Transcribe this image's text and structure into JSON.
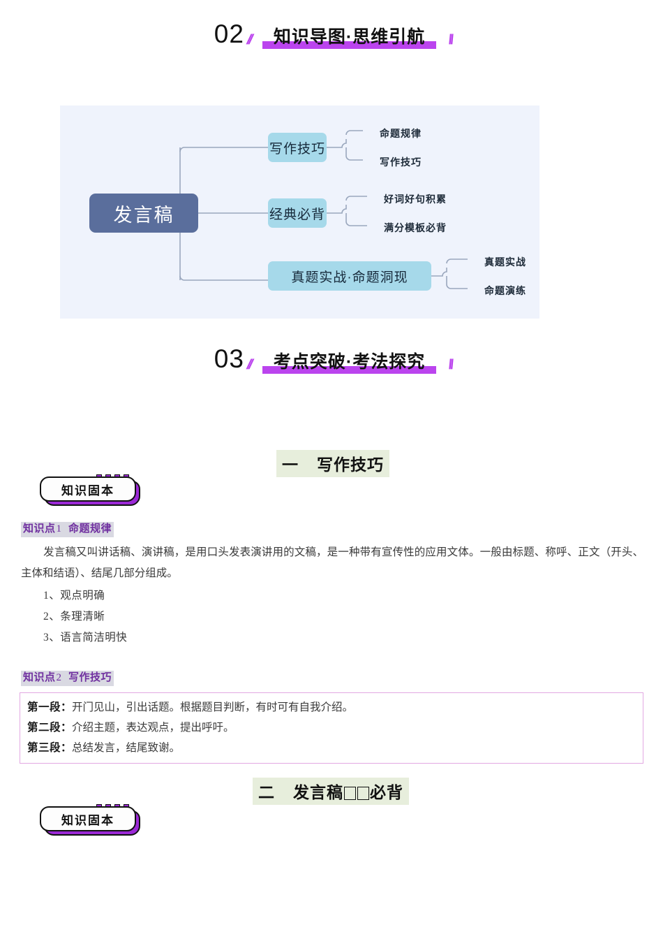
{
  "sections": [
    {
      "number": "02",
      "title": "知识导图·思维引航",
      "left_slashes": "//",
      "right_slashes": "\\\\"
    },
    {
      "number": "03",
      "title": "考点突破·考法探究",
      "left_slashes": "//",
      "right_slashes": "\\\\"
    }
  ],
  "mindmap": {
    "root": "发言稿",
    "branches": [
      {
        "label": "写作技巧",
        "leaves": [
          "命题规律",
          "写作技巧"
        ]
      },
      {
        "label": "经典必背",
        "leaves": [
          "好词好句积累",
          "满分模板必背"
        ]
      },
      {
        "label": "真题实战·命题洞现",
        "leaves": [
          "真题实战",
          "命题演练"
        ]
      }
    ],
    "colors": {
      "panel_bg": "#eff3fc",
      "root_bg": "#5a6e9c",
      "branch_bg": "#a6d9ea",
      "connector": "#9aa7bd"
    }
  },
  "headings": {
    "section_one": {
      "ordinal": "一",
      "title": "写作技巧",
      "highlight_color": "#e7eedc"
    },
    "section_two": {
      "ordinal": "二",
      "title_before": "发言稿",
      "title_after": "必背",
      "tofu_count": 2,
      "highlight_color": "#e7eedc"
    }
  },
  "badges": [
    {
      "label": "知识固本"
    },
    {
      "label": "知识固本"
    }
  ],
  "knowledge_points": [
    {
      "prefix": "知识点",
      "number": "1",
      "title": "命题规律"
    },
    {
      "prefix": "知识点",
      "number": "2",
      "title": "写作技巧"
    }
  ],
  "content": {
    "intro_paragraph": "发言稿又叫讲话稿、演讲稿，是用口头发表演讲用的文稿，是一种带有宣传性的应用文体。一般由标题、称呼、正文（开头、主体和结语）、结尾几部分组成。",
    "list_items": [
      "1、观点明确",
      "2、条理清晰",
      "3、语言简洁明快"
    ],
    "steps": [
      {
        "key": "第一段：",
        "text": "开门见山，引出话题。根据题目判断，有时可有自我介绍。"
      },
      {
        "key": "第二段：",
        "text": "介绍主题，表达观点，提出呼吁。"
      },
      {
        "key": "第三段：",
        "text": "总结发言，结尾致谢。"
      }
    ]
  },
  "theme": {
    "accent_purple": "#bb44ee",
    "badge_purple": "#9b29d6",
    "kp_purple": "#7030a0",
    "kp_highlight": "#d9d9e2",
    "pink_border": "#e2a8e2",
    "green_highlight": "#e7eedc"
  }
}
